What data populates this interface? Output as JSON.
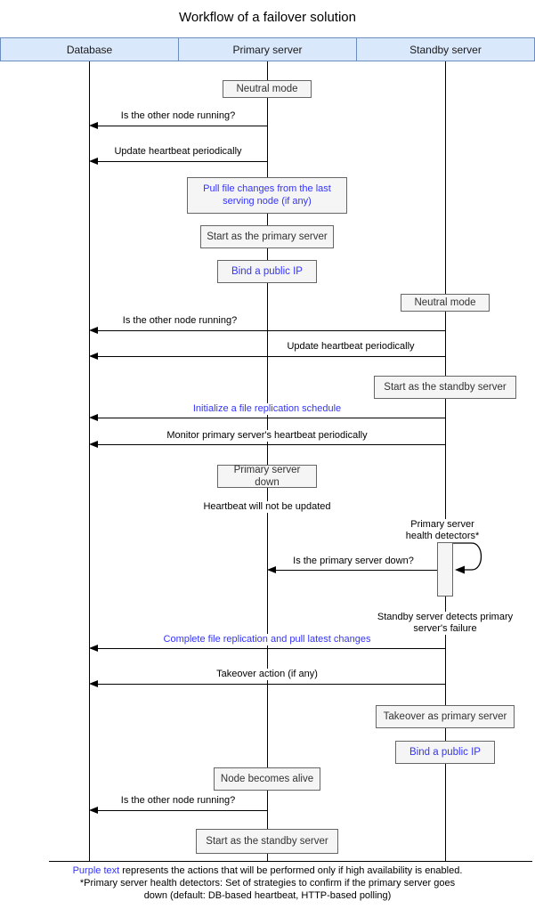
{
  "title": "Workflow of a failover solution",
  "colors": {
    "header_fill": "#dae8fc",
    "header_border": "#6c8ebf",
    "box_fill": "#f5f5f5",
    "box_border": "#666666",
    "highlight_text": "#3333ff",
    "line": "#000000"
  },
  "lanes": [
    {
      "label": "Database"
    },
    {
      "label": "Primary server"
    },
    {
      "label": "Standby server"
    }
  ],
  "messages": [
    {
      "label": "Is the other node running?",
      "from": "Primary server",
      "to": "Database",
      "highlight": false
    },
    {
      "label": "Update heartbeat periodically",
      "from": "Primary server",
      "to": "Database",
      "highlight": false
    },
    {
      "label": "Is the other node running?",
      "from": "Standby server",
      "to": "Database",
      "highlight": false
    },
    {
      "label": "Update heartbeat periodically",
      "from": "Standby server",
      "to": "Database",
      "highlight": false
    },
    {
      "label": "Initialize a file replication schedule",
      "from": "Standby server",
      "to": "Database",
      "highlight": true
    },
    {
      "label": "Monitor primary server's heartbeat periodically",
      "from": "Standby server",
      "to": "Database",
      "highlight": false
    },
    {
      "label": "Is the primary server down?",
      "from": "Standby server",
      "to": "Primary server",
      "highlight": false
    },
    {
      "label": "Complete file replication and pull latest changes",
      "from": "Standby server",
      "to": "Database",
      "highlight": true
    },
    {
      "label": "Takeover action (if any)",
      "from": "Standby server",
      "to": "Database",
      "highlight": false
    },
    {
      "label": "Is the other node running?",
      "from": "Primary server",
      "to": "Database",
      "highlight": false
    }
  ],
  "boxes": [
    {
      "label": "Neutral mode",
      "lane": "Primary server",
      "highlight": false
    },
    {
      "label": "Pull file changes from the last serving node (if any)",
      "lane": "Primary server",
      "highlight": true
    },
    {
      "label": "Start as the primary server",
      "lane": "Primary server",
      "highlight": false
    },
    {
      "label": "Bind a public IP",
      "lane": "Primary server",
      "highlight": true
    },
    {
      "label": "Neutral mode",
      "lane": "Standby server",
      "highlight": false
    },
    {
      "label": "Start as the standby server",
      "lane": "Standby server",
      "highlight": false
    },
    {
      "label": "Primary server down",
      "lane": "Primary server",
      "highlight": false
    },
    {
      "label": "Takeover as primary server",
      "lane": "Standby server",
      "highlight": false
    },
    {
      "label": "Bind a public IP",
      "lane": "Standby server",
      "highlight": true
    },
    {
      "label": "Node becomes alive",
      "lane": "Primary server",
      "highlight": false
    },
    {
      "label": "Start as the standby server",
      "lane": "Primary server",
      "highlight": false
    }
  ],
  "notes": [
    {
      "text": "Heartbeat will not be updated"
    },
    {
      "text": "Primary server health detectors*"
    },
    {
      "text": "Standby server detects primary server's failure"
    }
  ],
  "footer": {
    "line1_highlight": "Purple text",
    "line1_rest": " represents the actions that will be performed only if high availability is enabled.",
    "line2": "*Primary server health detectors: Set of strategies to confirm if the primary server goes",
    "line3": "down (default: DB-based heartbeat, HTTP-based polling)"
  }
}
